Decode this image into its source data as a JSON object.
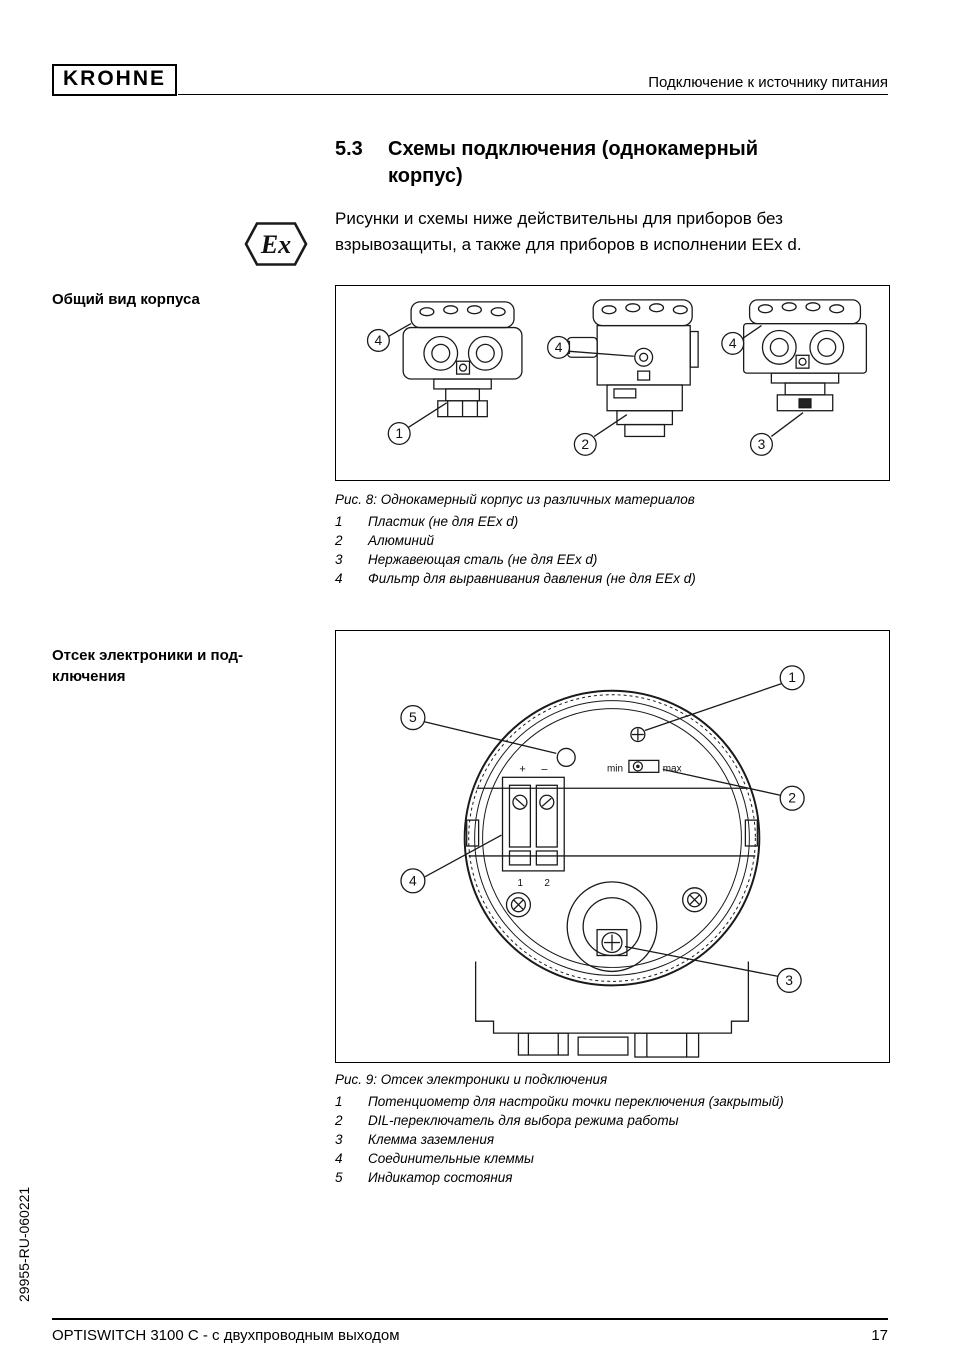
{
  "header": {
    "logo": "KROHNE",
    "title": "Подключение к источнику питания"
  },
  "section": {
    "number": "5.3",
    "title_line1": "Схемы подключения (однокамерный",
    "title_line2": "корпус)"
  },
  "ex_mark": "Ex",
  "intro": "Рисунки и схемы ниже действительны для приборов без взрывозащиты, а также для приборов в исполнении EEx d.",
  "figure8": {
    "margin_label": "Общий вид корпуса",
    "caption": "Рис. 8: Однокамерный корпус из различных материалов",
    "callouts": {
      "1": "1",
      "2": "2",
      "3": "3",
      "4": "4"
    },
    "items": [
      {
        "num": "1",
        "text": "Пластик (не для EEx d)"
      },
      {
        "num": "2",
        "text": "Алюминий"
      },
      {
        "num": "3",
        "text": "Нержавеющая сталь (не для EEx d)"
      },
      {
        "num": "4",
        "text": "Фильтр для выравнивания давления (не для EEx d)"
      }
    ]
  },
  "figure9": {
    "margin_label_line1": "Отсек электроники и под-",
    "margin_label_line2": "ключения",
    "caption": "Рис. 9: Отсек электроники и подключения",
    "callouts": {
      "1": "1",
      "2": "2",
      "3": "3",
      "4": "4",
      "5": "5"
    },
    "labels": {
      "min": "min",
      "max": "max",
      "plus": "+",
      "minus": "–",
      "t1": "1",
      "t2": "2"
    },
    "items": [
      {
        "num": "1",
        "text": "Потенциометр для настройки точки переключения (закрытый)"
      },
      {
        "num": "2",
        "text": "DIL-переключатель для выбора режима работы"
      },
      {
        "num": "3",
        "text": "Клемма заземления"
      },
      {
        "num": "4",
        "text": "Соединительные клеммы"
      },
      {
        "num": "5",
        "text": "Индикатор состояния"
      }
    ]
  },
  "sidebar_code": "29955-RU-060221",
  "footer": {
    "product": "OPTISWITCH 3100 C - с двухпроводным выходом",
    "page": "17"
  }
}
